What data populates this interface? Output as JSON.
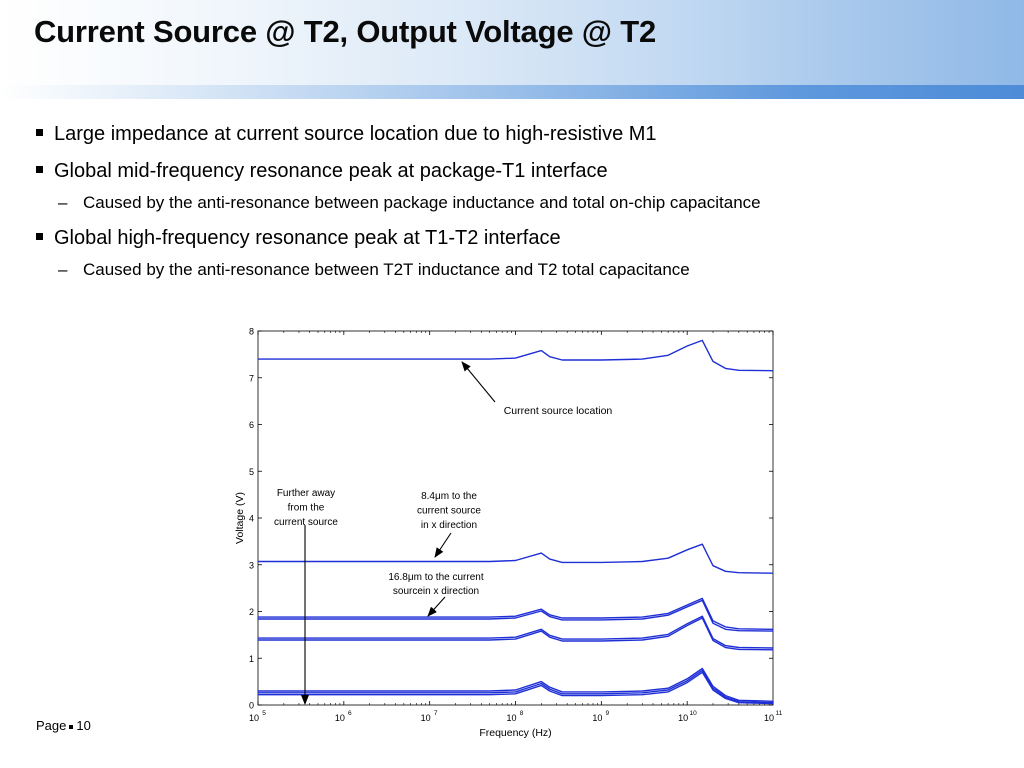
{
  "slide": {
    "title": "Current Source @ T2, Output Voltage @ T2",
    "bullets": [
      {
        "level": 1,
        "text": "Large impedance at current source location due to high-resistive M1"
      },
      {
        "level": 1,
        "text": "Global mid-frequency resonance peak at package-T1 interface"
      },
      {
        "level": 2,
        "text": "Caused by the anti-resonance between package inductance and total on-chip capacitance"
      },
      {
        "level": 1,
        "text": "Global high-frequency resonance peak at T1-T2 interface"
      },
      {
        "level": 2,
        "text": "Caused by the anti-resonance between T2T inductance and T2 total capacitance"
      }
    ],
    "bullet_marker": "▪",
    "sub_marker": "–",
    "footer": {
      "page_label": "Page",
      "page_number": "10"
    }
  },
  "chart_data": {
    "type": "line",
    "xlabel": "Frequency (Hz)",
    "ylabel": "Voltage (V)",
    "xscale": "log",
    "xlim": [
      100000,
      100000000000
    ],
    "ylim": [
      0,
      8
    ],
    "y_ticks": [
      "0",
      "1",
      "2",
      "3",
      "4",
      "5",
      "6",
      "7",
      "8"
    ],
    "x_ticks": [
      {
        "base": "10",
        "exp": "5"
      },
      {
        "base": "10",
        "exp": "6"
      },
      {
        "base": "10",
        "exp": "7"
      },
      {
        "base": "10",
        "exp": "8"
      },
      {
        "base": "10",
        "exp": "9"
      },
      {
        "base": "10",
        "exp": "10"
      },
      {
        "base": "10",
        "exp": "11"
      }
    ],
    "line_color": "#1f2fd6",
    "grid": false,
    "x": [
      100000,
      10000000,
      50000000,
      100000000,
      200000000,
      250000000,
      350000000,
      1000000000,
      3000000000,
      6000000000,
      10000000000,
      15000000000,
      20000000000,
      28000000000,
      40000000000,
      100000000000
    ],
    "series": [
      {
        "values": [
          7.4,
          7.4,
          7.4,
          7.42,
          7.58,
          7.45,
          7.38,
          7.38,
          7.4,
          7.48,
          7.68,
          7.8,
          7.35,
          7.2,
          7.16,
          7.15
        ]
      },
      {
        "values": [
          3.07,
          3.07,
          3.07,
          3.09,
          3.25,
          3.12,
          3.05,
          3.05,
          3.07,
          3.14,
          3.32,
          3.44,
          2.98,
          2.86,
          2.83,
          2.82
        ]
      },
      {
        "values": [
          1.88,
          1.88,
          1.88,
          1.9,
          2.05,
          1.93,
          1.86,
          1.86,
          1.88,
          1.96,
          2.14,
          2.28,
          1.8,
          1.67,
          1.63,
          1.62
        ]
      },
      {
        "values": [
          1.84,
          1.84,
          1.84,
          1.86,
          2.01,
          1.89,
          1.82,
          1.82,
          1.84,
          1.92,
          2.1,
          2.24,
          1.75,
          1.62,
          1.59,
          1.58
        ]
      },
      {
        "values": [
          1.43,
          1.43,
          1.43,
          1.45,
          1.62,
          1.49,
          1.41,
          1.41,
          1.43,
          1.51,
          1.74,
          1.9,
          1.42,
          1.27,
          1.23,
          1.22
        ]
      },
      {
        "values": [
          1.39,
          1.39,
          1.39,
          1.41,
          1.58,
          1.45,
          1.37,
          1.37,
          1.39,
          1.47,
          1.7,
          1.86,
          1.38,
          1.23,
          1.19,
          1.18
        ]
      },
      {
        "values": [
          0.3,
          0.3,
          0.3,
          0.32,
          0.5,
          0.38,
          0.28,
          0.28,
          0.3,
          0.36,
          0.56,
          0.78,
          0.4,
          0.2,
          0.1,
          0.08
        ]
      },
      {
        "values": [
          0.26,
          0.26,
          0.26,
          0.28,
          0.46,
          0.34,
          0.24,
          0.24,
          0.26,
          0.32,
          0.52,
          0.74,
          0.36,
          0.17,
          0.07,
          0.05
        ]
      },
      {
        "values": [
          0.22,
          0.22,
          0.22,
          0.24,
          0.42,
          0.3,
          0.2,
          0.2,
          0.22,
          0.28,
          0.48,
          0.7,
          0.32,
          0.14,
          0.05,
          0.03
        ]
      }
    ],
    "annotations": [
      {
        "lines": [
          "Current source location"
        ]
      },
      {
        "lines": [
          "Further away",
          "from the",
          "current source"
        ]
      },
      {
        "lines": [
          "8.4μm to the",
          "current source",
          "in x direction"
        ]
      },
      {
        "lines": [
          "16.8μm to the current",
          "sourcein x direction"
        ]
      }
    ]
  }
}
